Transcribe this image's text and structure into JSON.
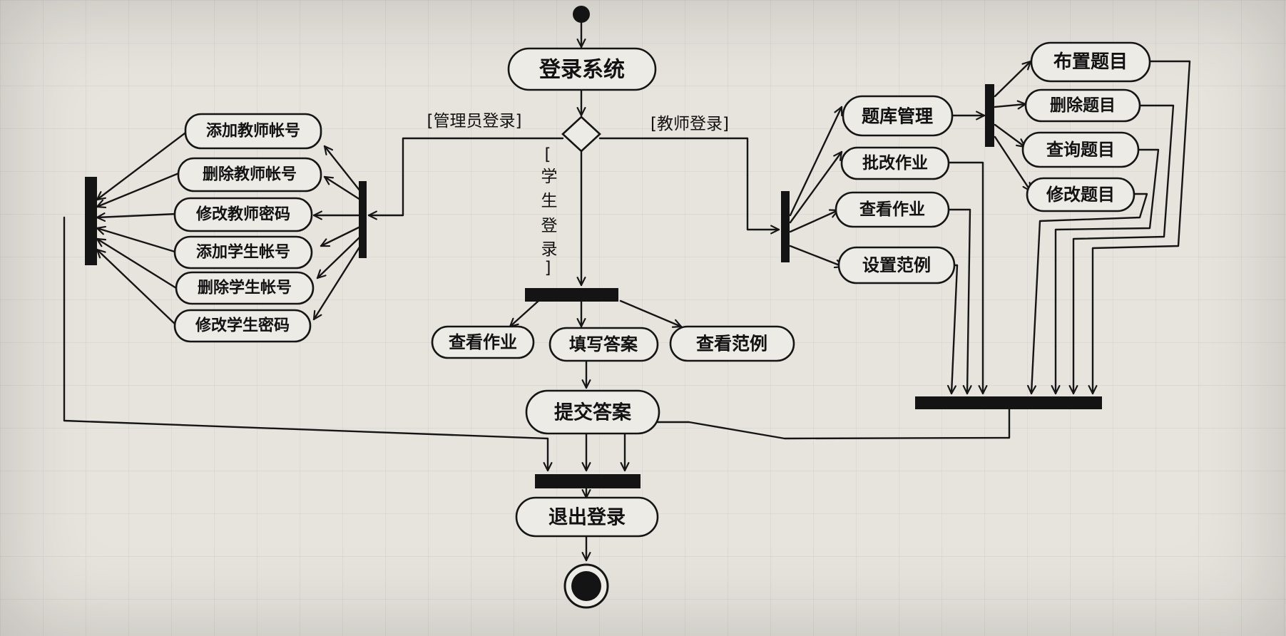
{
  "diagram": {
    "nodes": {
      "login_system": "登录系统",
      "logout": "退出登录",
      "add_teacher_account": "添加教师帐号",
      "delete_teacher_account": "删除教师帐号",
      "modify_teacher_password": "修改教师密码",
      "add_student_account": "添加学生帐号",
      "delete_student_account": "删除学生帐号",
      "modify_student_password": "修改学生密码",
      "view_homework_student": "查看作业",
      "fill_answer": "填写答案",
      "view_example_student": "查看范例",
      "submit_answer": "提交答案",
      "question_bank_management": "题库管理",
      "grade_homework": "批改作业",
      "view_homework_teacher": "查看作业",
      "set_example": "设置范例",
      "assign_question": "布置题目",
      "delete_question": "删除题目",
      "query_question": "查询题目",
      "modify_question": "修改题目"
    },
    "guards": {
      "admin_login": "[管理员登录]",
      "teacher_login": "[教师登录]",
      "student_login_chars": [
        "[",
        "学",
        "生",
        "登",
        "录",
        "]"
      ]
    }
  }
}
